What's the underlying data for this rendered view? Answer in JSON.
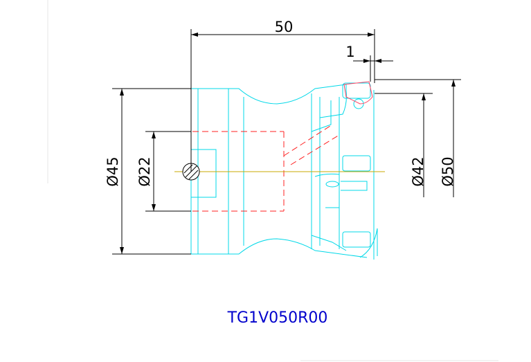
{
  "drawing": {
    "part_number": "TG1V050R00",
    "dimensions": {
      "overall_length": "50",
      "insert_offset": "1",
      "body_diameter": "Ø45",
      "bore_diameter": "Ø22",
      "inner_cut_diameter": "Ø42",
      "cutting_diameter": "Ø50"
    },
    "colors": {
      "outline": "#00d8e8",
      "dimension": "#000000",
      "hidden_line": "#ff2020",
      "label": "#0000cc",
      "centerline": "#c8a800"
    }
  }
}
